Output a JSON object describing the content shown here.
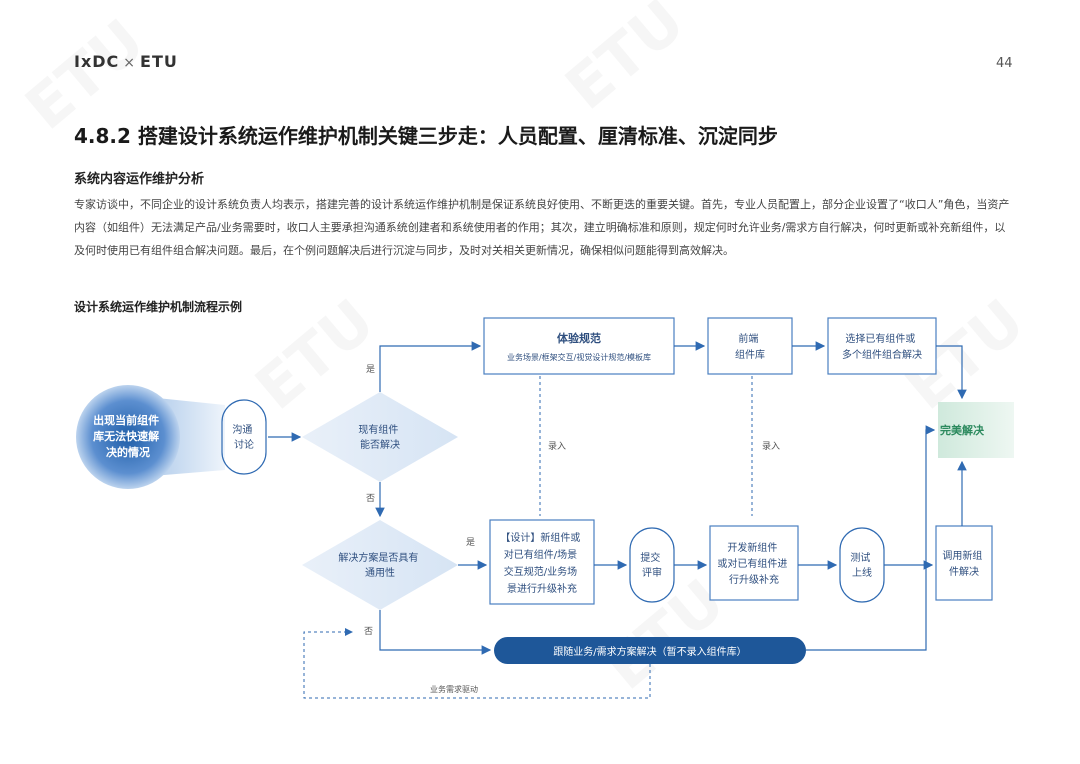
{
  "header": {
    "brand_left": "IxDC",
    "brand_sep": "×",
    "brand_right": "ETU",
    "page_number": "44"
  },
  "title": "4.8.2 搭建设计系统运作维护机制关键三步走：人员配置、厘清标准、沉淀同步",
  "section_heading": "系统内容运作维护分析",
  "paragraph": "专家访谈中，不同企业的设计系统负责人均表示，搭建完善的设计系统运作维护机制是保证系统良好使用、不断更迭的重要关键。首先，专业人员配置上，部分企业设置了“收口人”角色，当资产内容（如组件）无法满足产品/业务需要时，收口人主要承担沟通系统创建者和系统使用者的作用；其次，建立明确标准和原则，规定何时允许业务/需求方自行解决，何时更新或补充新组件，以及何时使用已有组件组合解决问题。最后，在个例问题解决后进行沉淀与同步，及时对关相关更新情况，确保相似问题能得到高效解决。",
  "figure_title": "设计系统运作维护机制流程示例",
  "flow": {
    "start": [
      "出现当前组件",
      "库无法快速解",
      "决的情况"
    ],
    "discuss": [
      "沟通",
      "讨论"
    ],
    "decision1": [
      "现有组件",
      "能否解决"
    ],
    "yes": "是",
    "no": "否",
    "ux_title": "体验规范",
    "ux_sub": "业务场景/框架交互/视觉设计规范/模板库",
    "frontend": [
      "前端",
      "组件库"
    ],
    "choose_existing": [
      "选择已有组件或",
      "多个组件组合解决"
    ],
    "perfect": "完美解决",
    "enter1": "录入",
    "enter2": "录入",
    "decision2": [
      "解决方案是否具有",
      "通用性"
    ],
    "design_box": [
      "【设计】新组件或",
      "对已有组件/场景",
      "交互规范/业务场",
      "景进行升级补充"
    ],
    "submit_review": [
      "提交",
      "评审"
    ],
    "dev_box": [
      "开发新组件",
      "或对已有组件进",
      "行升级补充"
    ],
    "test_online": [
      "测试",
      "上线"
    ],
    "call_new": [
      "调用新组",
      "件解决"
    ],
    "pill": "跟随业务/需求方案解决（暂不录入组件库）",
    "feedback": "业务需求驱动",
    "colors": {
      "primary": "#1e5799",
      "line": "#2f6ab2",
      "box_border": "#4a7fc0",
      "green": "#dcefe7",
      "green_text": "#2c8a5e"
    }
  }
}
